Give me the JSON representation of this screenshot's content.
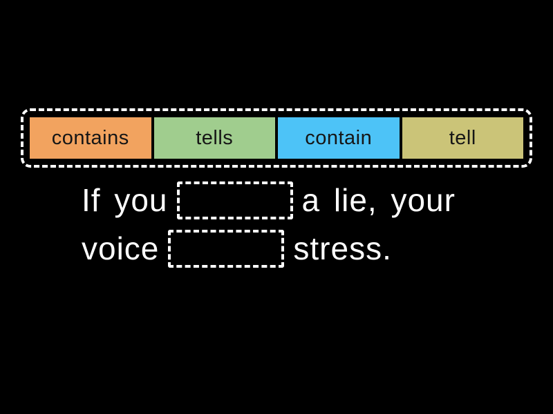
{
  "activity": {
    "background_color": "#000000",
    "text_color": "#ffffff",
    "dashed_border_color": "#ffffff"
  },
  "word_bank": {
    "tiles": [
      {
        "label": "contains",
        "color": "#f2a35f"
      },
      {
        "label": "tells",
        "color": "#a0cd8e"
      },
      {
        "label": "contain",
        "color": "#4dc3f7"
      },
      {
        "label": "tell",
        "color": "#cbc478"
      }
    ]
  },
  "sentence": {
    "full_text": "If you ___ a lie, your voice ___ stress.",
    "lines": [
      {
        "parts": [
          {
            "type": "text",
            "value": "If you"
          },
          {
            "type": "blank",
            "name": "blank-1"
          },
          {
            "type": "text",
            "value": "a lie, your"
          }
        ]
      },
      {
        "parts": [
          {
            "type": "text",
            "value": "voice"
          },
          {
            "type": "blank",
            "name": "blank-2"
          },
          {
            "type": "text",
            "value": "stress."
          }
        ]
      }
    ]
  }
}
